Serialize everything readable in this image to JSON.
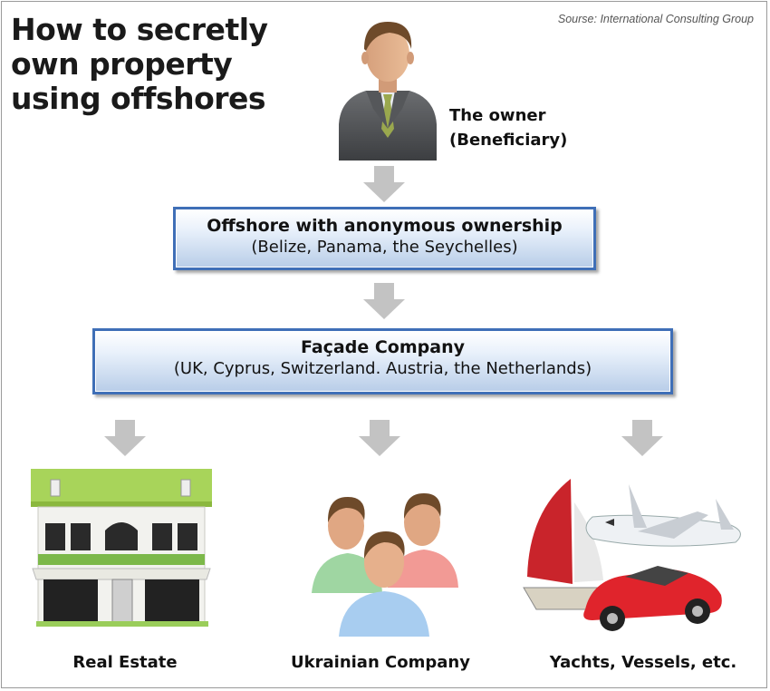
{
  "title": "How to secretly own property using offshores",
  "source": "Sourse: International Consulting Group",
  "owner": {
    "line1": "The owner",
    "line2": "(Beneficiary)"
  },
  "offshore": {
    "title": "Offshore with anonymous ownership",
    "subtitle": "(Belize, Panama, the Seychelles)"
  },
  "facade": {
    "title": "Façade Company",
    "subtitle": "(UK, Cyprus, Switzerland. Austria, the Netherlands)"
  },
  "outputs": [
    {
      "label": "Real Estate",
      "icon": "building-icon"
    },
    {
      "label": "Ukrainian Company",
      "icon": "people-group-icon"
    },
    {
      "label": "Yachts, Vessels, etc.",
      "icon": "vehicles-icon"
    }
  ],
  "colors": {
    "box_border": "#3f6fb7",
    "box_fill": "#b8cde8",
    "arrow": "#c3c3c3",
    "text": "#111111"
  }
}
